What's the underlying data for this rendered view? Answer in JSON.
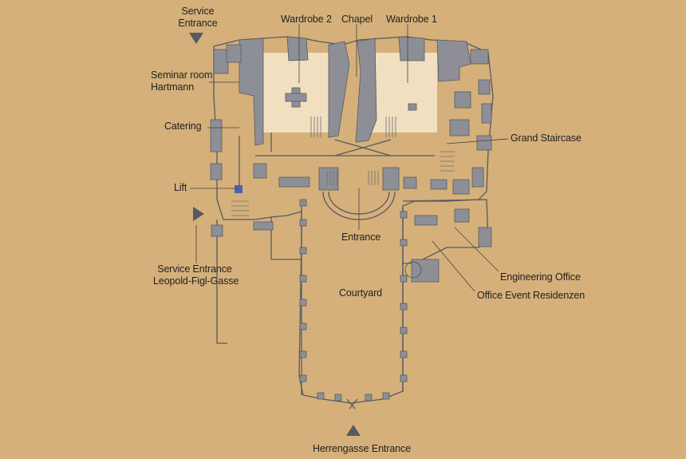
{
  "labels": {
    "service_entrance_top": "Service\nEntrance",
    "wardrobe2": "Wardrobe 2",
    "chapel": "Chapel",
    "wardrobe1": "Wardrobe 1",
    "seminar_room": "Seminar room\nHartmann",
    "catering": "Catering",
    "grand_staircase": "Grand Staircase",
    "lift": "Lift",
    "entrance": "Entrance",
    "service_entrance_side": "Service Entrance\nLeopold-Figl-Gasse",
    "courtyard": "Courtyard",
    "engineering_office": "Engineering Office",
    "office_event": "Office Event Residenzen",
    "herrengasse_entrance": "Herrengasse Entrance"
  },
  "colors": {
    "background": "#d5b07a",
    "wall": "#8e8f96",
    "wall_dark": "#555a63",
    "room_highlight": "#f1dfc0",
    "stairs": "#6d6e75"
  }
}
